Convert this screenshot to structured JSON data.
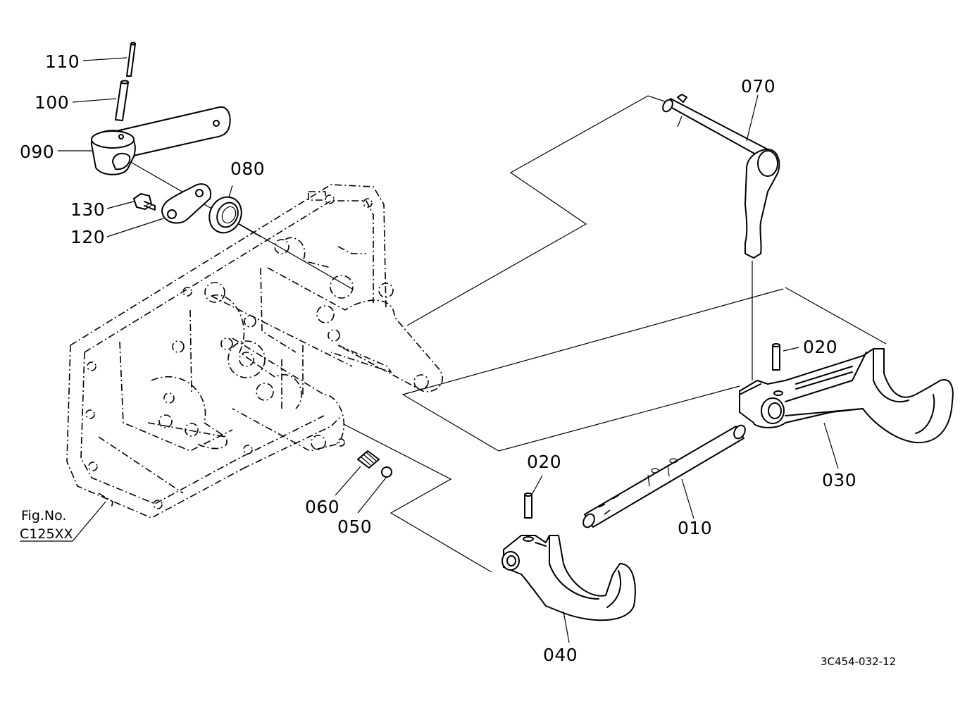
{
  "labels": {
    "p110": "110",
    "p100": "100",
    "p090": "090",
    "p080": "080",
    "p130": "130",
    "p120": "120",
    "p070": "070",
    "p020a": "020",
    "p020b": "020",
    "p030": "030",
    "p060": "060",
    "p050": "050",
    "p010": "010",
    "p040": "040"
  },
  "figref": {
    "line1": "Fig.No.",
    "line2": "C125XX"
  },
  "drawing_code": "3C454-032-12"
}
